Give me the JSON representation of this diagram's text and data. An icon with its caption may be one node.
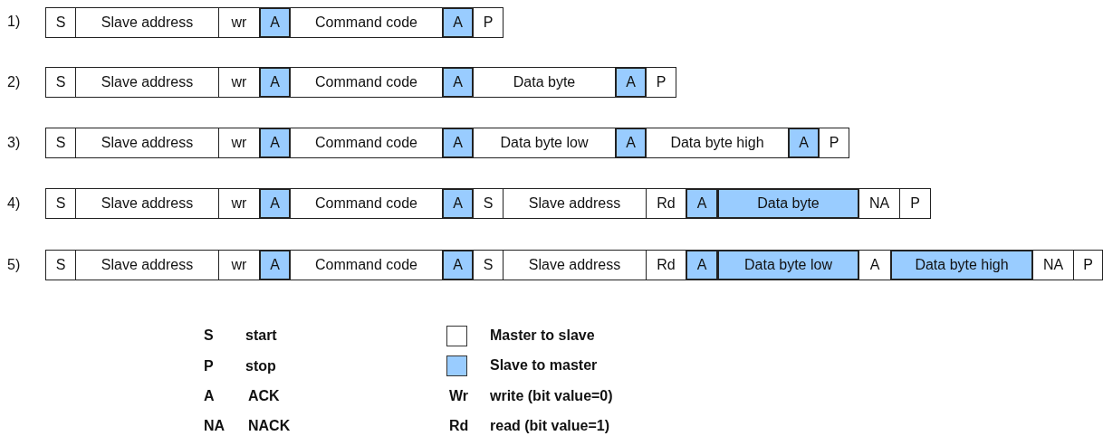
{
  "diagram": {
    "nodes": [
      {
        "text": [
          "S"
        ]
      },
      {
        "text": [
          "Slave address"
        ]
      },
      {
        "text": [
          "wr"
        ]
      },
      {
        "text": [
          "A"
        ]
      },
      {
        "text": [
          "Command code"
        ]
      },
      {
        "text": [
          "A"
        ]
      },
      {
        "text": [
          "P"
        ]
      },
      {
        "text": [
          "S"
        ]
      },
      {
        "text": [
          "Slave address"
        ]
      },
      {
        "text": [
          "wr"
        ]
      },
      {
        "text": [
          "A"
        ]
      },
      {
        "text": [
          "Command code"
        ]
      },
      {
        "text": [
          "A"
        ]
      },
      {
        "text": [
          "Data byte"
        ]
      },
      {
        "text": [
          "A"
        ]
      },
      {
        "text": [
          "P"
        ]
      },
      {
        "text": [
          "S"
        ]
      },
      {
        "text": [
          "Slave address"
        ]
      },
      {
        "text": [
          "wr"
        ]
      },
      {
        "text": [
          "A"
        ]
      },
      {
        "text": [
          "Command code"
        ]
      },
      {
        "text": [
          "A"
        ]
      },
      {
        "text": [
          "Data byte low"
        ]
      },
      {
        "text": [
          "A"
        ]
      },
      {
        "text": [
          "Data byte high"
        ]
      },
      {
        "text": [
          "A"
        ]
      },
      {
        "text": [
          "P"
        ]
      },
      {
        "text": [
          "S"
        ]
      },
      {
        "text": [
          "Slave address"
        ]
      },
      {
        "text": [
          "wr"
        ]
      },
      {
        "text": [
          "A"
        ]
      },
      {
        "text": [
          "Command code"
        ]
      },
      {
        "text": [
          "A"
        ]
      },
      {
        "text": [
          "S"
        ]
      },
      {
        "text": [
          "Slave address"
        ]
      },
      {
        "text": [
          "Rd"
        ]
      },
      {
        "text": [
          "A"
        ]
      },
      {
        "text": [
          "Data byte"
        ]
      },
      {
        "text": [
          "NA"
        ]
      },
      {
        "text": [
          "P"
        ]
      },
      {
        "text": [
          "S"
        ]
      },
      {
        "text": [
          "Slave address"
        ]
      },
      {
        "text": [
          "wr"
        ]
      },
      {
        "text": [
          "A"
        ]
      },
      {
        "text": [
          "Command code"
        ]
      },
      {
        "text": [
          "A"
        ]
      },
      {
        "text": [
          "S"
        ]
      },
      {
        "text": [
          "Slave address"
        ]
      },
      {
        "text": [
          "Rd"
        ]
      },
      {
        "text": [
          "A"
        ]
      },
      {
        "text": [
          "Data byte low"
        ]
      },
      {
        "text": [
          "A"
        ]
      },
      {
        "text": [
          "Data byte high"
        ]
      },
      {
        "text": [
          "NA"
        ]
      },
      {
        "text": [
          "P"
        ]
      }
    ],
    "labels": [
      "1)",
      "2)",
      "3)",
      "4)",
      "5)",
      "S",
      "start",
      "P",
      "stop",
      "A",
      "ACK",
      "Wr",
      "write (bit value=0)",
      "NA",
      "NACK",
      "Rd",
      "read (bit value=1)"
    ],
    "legend": [
      {
        "text": "Master to slave",
        "color": "#ffffff"
      },
      {
        "text": "Slave to master",
        "color": "#99ccff"
      }
    ]
  }
}
